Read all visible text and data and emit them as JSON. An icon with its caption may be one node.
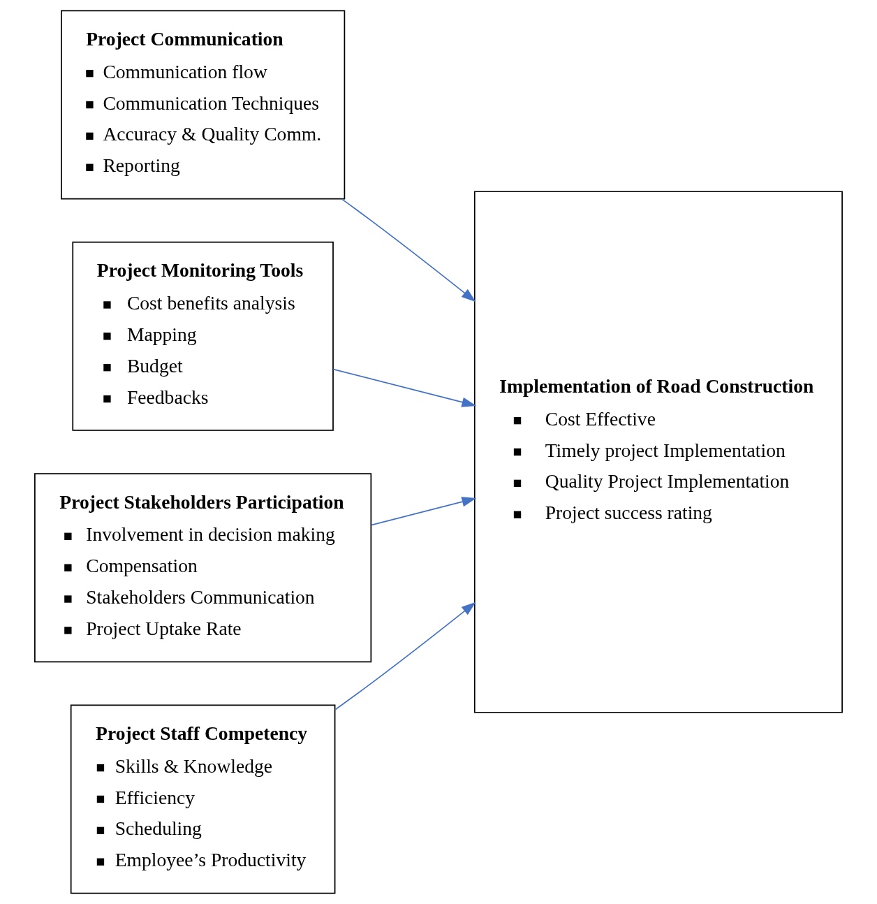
{
  "diagram": {
    "nodes": [
      {
        "text": [
          "Project Communication",
          "Communication flow",
          "Communication Techniques",
          "Accuracy & Quality Comm.",
          "Reporting"
        ]
      },
      {
        "text": [
          "Project Monitoring Tools",
          "Cost benefits analysis",
          "Mapping",
          "Budget",
          "Feedbacks"
        ]
      },
      {
        "text": [
          "Project Stakeholders Participation",
          "Involvement in decision making",
          "Compensation",
          "Stakeholders Communication",
          "Project Uptake Rate"
        ]
      },
      {
        "text": [
          "Project Staff Competency",
          "Skills & Knowledge",
          "Efficiency",
          "Scheduling",
          "Employee’s Productivity"
        ]
      },
      {
        "text": [
          "Implementation of Road Construction",
          "Cost Effective",
          "Timely project Implementation",
          "Quality Project Implementation",
          "Project success rating"
        ]
      }
    ],
    "edges": [
      {
        "from": 0,
        "to": 4,
        "arrow": "to"
      },
      {
        "from": 1,
        "to": 4,
        "arrow": "to"
      },
      {
        "from": 2,
        "to": 4,
        "arrow": "to"
      },
      {
        "from": 3,
        "to": 4,
        "arrow": "to"
      }
    ]
  }
}
